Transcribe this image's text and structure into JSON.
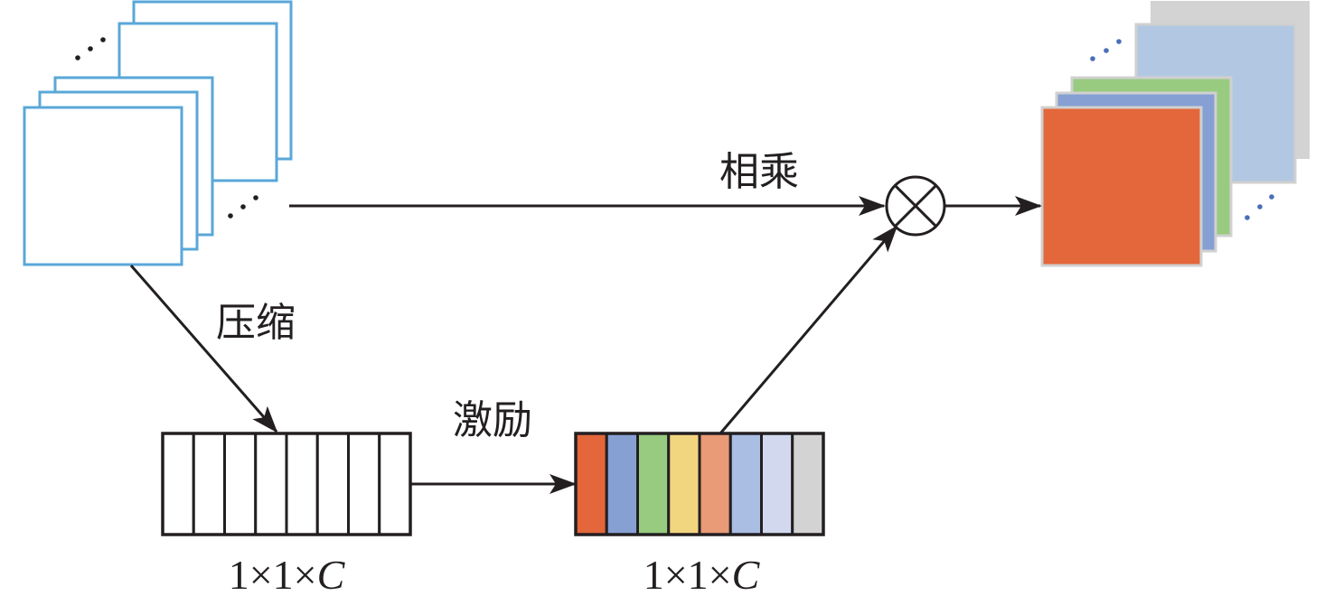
{
  "labels": {
    "multiply": "相乘",
    "squeeze": "压缩",
    "excitation": "激励",
    "squeeze_dim_prefix": "1×1×",
    "squeeze_dim_var": "C",
    "excite_dim_prefix": "1×1×",
    "excite_dim_var": "C"
  },
  "colors": {
    "input_border": "#5aa7d8",
    "line": "#231f20",
    "channel_weights": [
      "#e3673a",
      "#86a0d4",
      "#98cb80",
      "#f2d57f",
      "#e99a76",
      "#aabde2",
      "#d2d9ef",
      "#d3d3d3"
    ],
    "output_maps": [
      "#d3d3d3",
      "#b2c7e2",
      "#98cb80",
      "#86a0d4",
      "#e3673a"
    ],
    "output_border": "#d0d0d0",
    "output_dots": "#4a6fb8"
  },
  "squeeze_cells": 8,
  "icons": {
    "multiply": "circled-times-icon"
  }
}
